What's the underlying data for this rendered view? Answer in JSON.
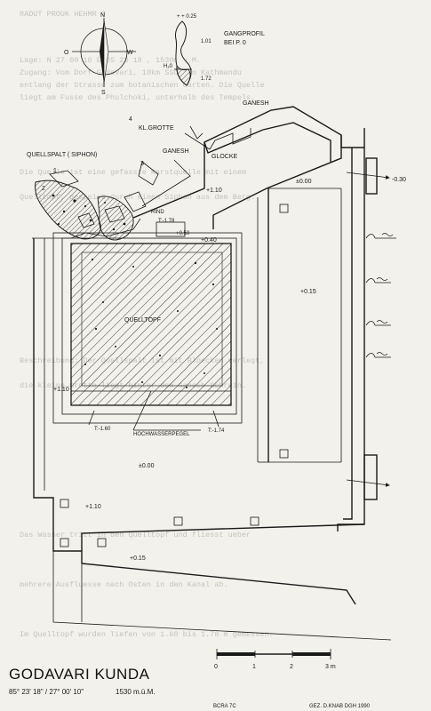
{
  "header": {
    "faded_text": "RADUT PROUK HEHMR 3"
  },
  "compass": {
    "north": "N",
    "south": "S",
    "west": "W",
    "east": "O"
  },
  "profile": {
    "title_line1": "GANGPROFIL",
    "title_line2": "BEI P. 0",
    "mark_top": "+ + 0.25",
    "mark_1": "1.01",
    "mark_h2o": "H₂0",
    "mark_2": "1.72"
  },
  "labels": {
    "ganesh_top": "GANESH",
    "kl_grotte": "KL.GROTTE",
    "num4": "4",
    "quellspalt": "QUELLSPALT ( SIPHON)",
    "num1": "1",
    "num2": "2",
    "num3": "3",
    "ganesh_mid": "GANESH",
    "glocke": "GLOCKE",
    "rind": "RIND",
    "quelltopf": "QUELLTOPF",
    "hochwasserpegel": "HOCHWASSERPEGEL"
  },
  "levels": {
    "minus030": "-0.30",
    "zero_top": "±0.00",
    "plus110_top": "+1.10",
    "t178": "T:-1.78",
    "plus050": "+0.50",
    "plus040": "+0.40",
    "plus015_right": "+0.15",
    "plus110_left": "+1.10",
    "t160": "T:-1.60",
    "t174": "T:-1.74",
    "zero_mid": "±0.00",
    "plus110_bot": "+1.10",
    "plus015_bot": "+0.15"
  },
  "background_text": [
    "Lage: N 27 00 10 E 85 23 18 , 1530m u.M.",
    "Zugang: Vom Dorf Godavari, 10km SSO von Kathmandu",
    "entlang der Strasse zum botanischen Garten. Die Quelle",
    "liegt am Fusse des Phulchoki, unterhalb des Tempels.",
    "Die Quelle ist eine gefasste Karstquelle mit einem",
    "Quelltopf, gespeist durch einen Siphon aus dem Berg.",
    "Beschreibung: Der Quellspalt ist mit Bloecken verlegt,",
    "die kleine Grotte liegt hinter dem Ganesh-Schrein.",
    "Das Wasser tritt in den Quelltopf und fliesst ueber",
    "mehrere Ausfluesse nach Osten in den Kanal ab.",
    "Im Quelltopf wurden Tiefen von 1.60 bis 1.78 m gemessen."
  ],
  "footer": {
    "title": "GODAVARI KUNDA",
    "coords": "85° 23' 18\" / 27° 00' 10\"",
    "altitude": "1530 m.ü.M.",
    "scale_labels": [
      "0",
      "1",
      "2",
      "3 m"
    ],
    "credit_left": "BCRA 7C",
    "credit_right": "GEZ. D.KNAB DGH 1990"
  }
}
